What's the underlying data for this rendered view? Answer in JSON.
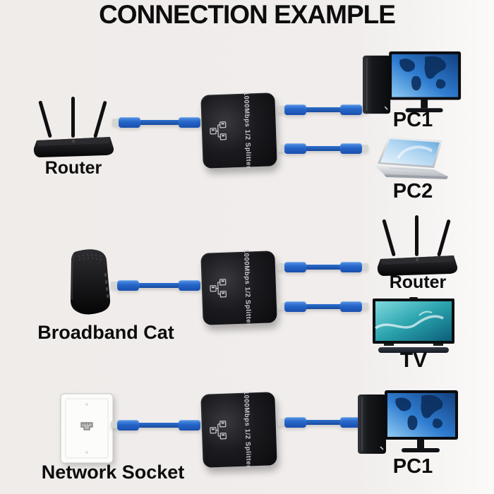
{
  "title": "CONNECTION EXAMPLE",
  "splitter": {
    "label": "1000Mbps 1/2 Splitter"
  },
  "colors": {
    "background": "#efecea",
    "cable_blue": "#2565c8",
    "device_black": "#121316",
    "pc_screen_blue": "#2f7cd0",
    "tv_screen_teal": "#1f9e9c",
    "label_text": "#0c0c0c"
  },
  "rows": [
    {
      "source": {
        "type": "router",
        "label": "Router"
      },
      "outputs": [
        {
          "type": "desktop",
          "label": "PC1"
        },
        {
          "type": "laptop",
          "label": "PC2"
        }
      ]
    },
    {
      "source": {
        "type": "modem",
        "label": "Broadband Cat"
      },
      "outputs": [
        {
          "type": "router",
          "label": "Router"
        },
        {
          "type": "tv",
          "label": "TV"
        }
      ]
    },
    {
      "source": {
        "type": "socket",
        "label": "Network Socket"
      },
      "outputs": [
        {
          "type": "desktop",
          "label": "PC1"
        }
      ]
    }
  ]
}
